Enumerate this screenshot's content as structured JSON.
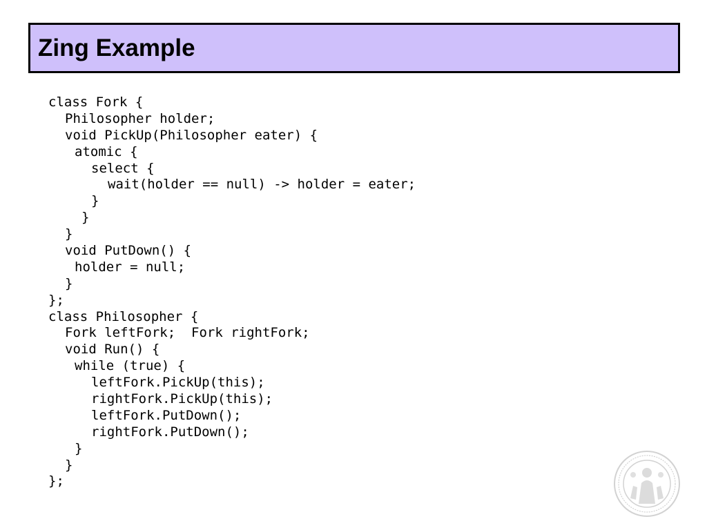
{
  "slide": {
    "title": "Zing Example",
    "code_lines": [
      "class Fork {",
      "Philosopher holder;",
      "void PickUp(Philosopher eater) {",
      "atomic {",
      "select {",
      "wait(holder == null) -> holder = eater;",
      "}",
      "}",
      "}",
      "void PutDown() {",
      "holder = null;",
      "}",
      "};",
      "class Philosopher {",
      "Fork leftFork;  Fork rightFork;",
      "void Run() {",
      "while (true) {",
      "leftFork.PickUp(this);",
      "rightFork.PickUp(this);",
      "leftFork.PutDown();",
      "rightFork.PutDown();",
      "}",
      "}",
      "};"
    ]
  },
  "colors": {
    "title_background": "#cfc0fb",
    "title_border": "#000000",
    "seal": "#d2d2d2"
  },
  "icons": {
    "seal": "university-seal-icon"
  }
}
